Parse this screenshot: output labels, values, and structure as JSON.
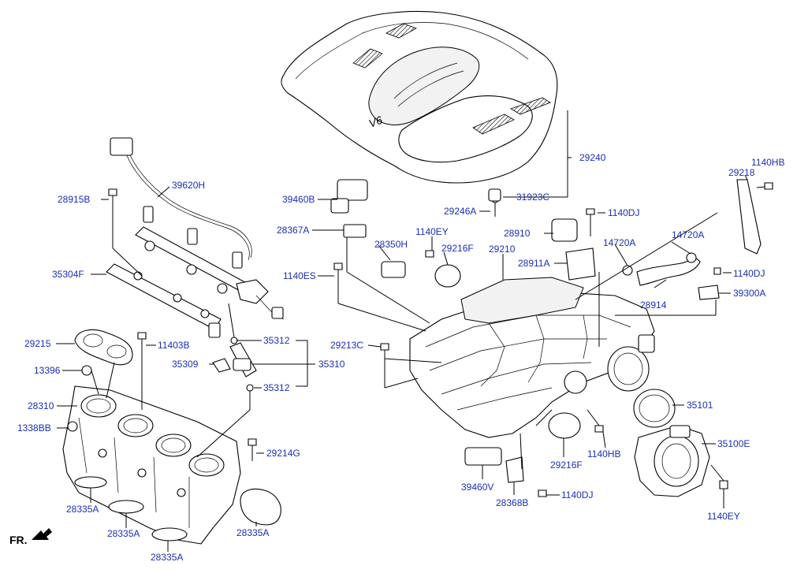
{
  "diagram": {
    "direction_label": "FR.",
    "part_numbers": {
      "p29240": "29240",
      "p31923C": "31923C",
      "p29246A": "29246A",
      "p39460B": "39460B",
      "p28367A": "28367A",
      "p28350H": "28350H",
      "p1140EY_top": "1140EY",
      "p29216F_top": "29216F",
      "p29210": "29210",
      "p1140DJ_top": "1140DJ",
      "p28910": "28910",
      "p28911A": "28911A",
      "p14720A_1": "14720A",
      "p14720A_2": "14720A",
      "p28914": "28914",
      "p29218": "29218",
      "p1140HB_top": "1140HB",
      "p1140DJ_right": "1140DJ",
      "p39300A": "39300A",
      "p28915B": "28915B",
      "p39620H": "39620H",
      "p35304F": "35304F",
      "p1140ES": "1140ES",
      "p29215": "29215",
      "p11403B": "11403B",
      "p13396": "13396",
      "p35312_1": "35312",
      "p35309": "35309",
      "p35310": "35310",
      "p35312_2": "35312",
      "p29213C": "29213C",
      "p28310": "28310",
      "p1338BB": "1338BB",
      "p29214G": "29214G",
      "p35101": "35101",
      "p35100E": "35100E",
      "p29216F_bot": "29216F",
      "p1140HB_bot": "1140HB",
      "p39460V": "39460V",
      "p28368B": "28368B",
      "p1140DJ_bot": "1140DJ",
      "p1140EY_bot": "1140EY",
      "p28335A_1": "28335A",
      "p28335A_2": "28335A",
      "p28335A_3": "28335A",
      "p28335A_4": "28335A"
    }
  }
}
